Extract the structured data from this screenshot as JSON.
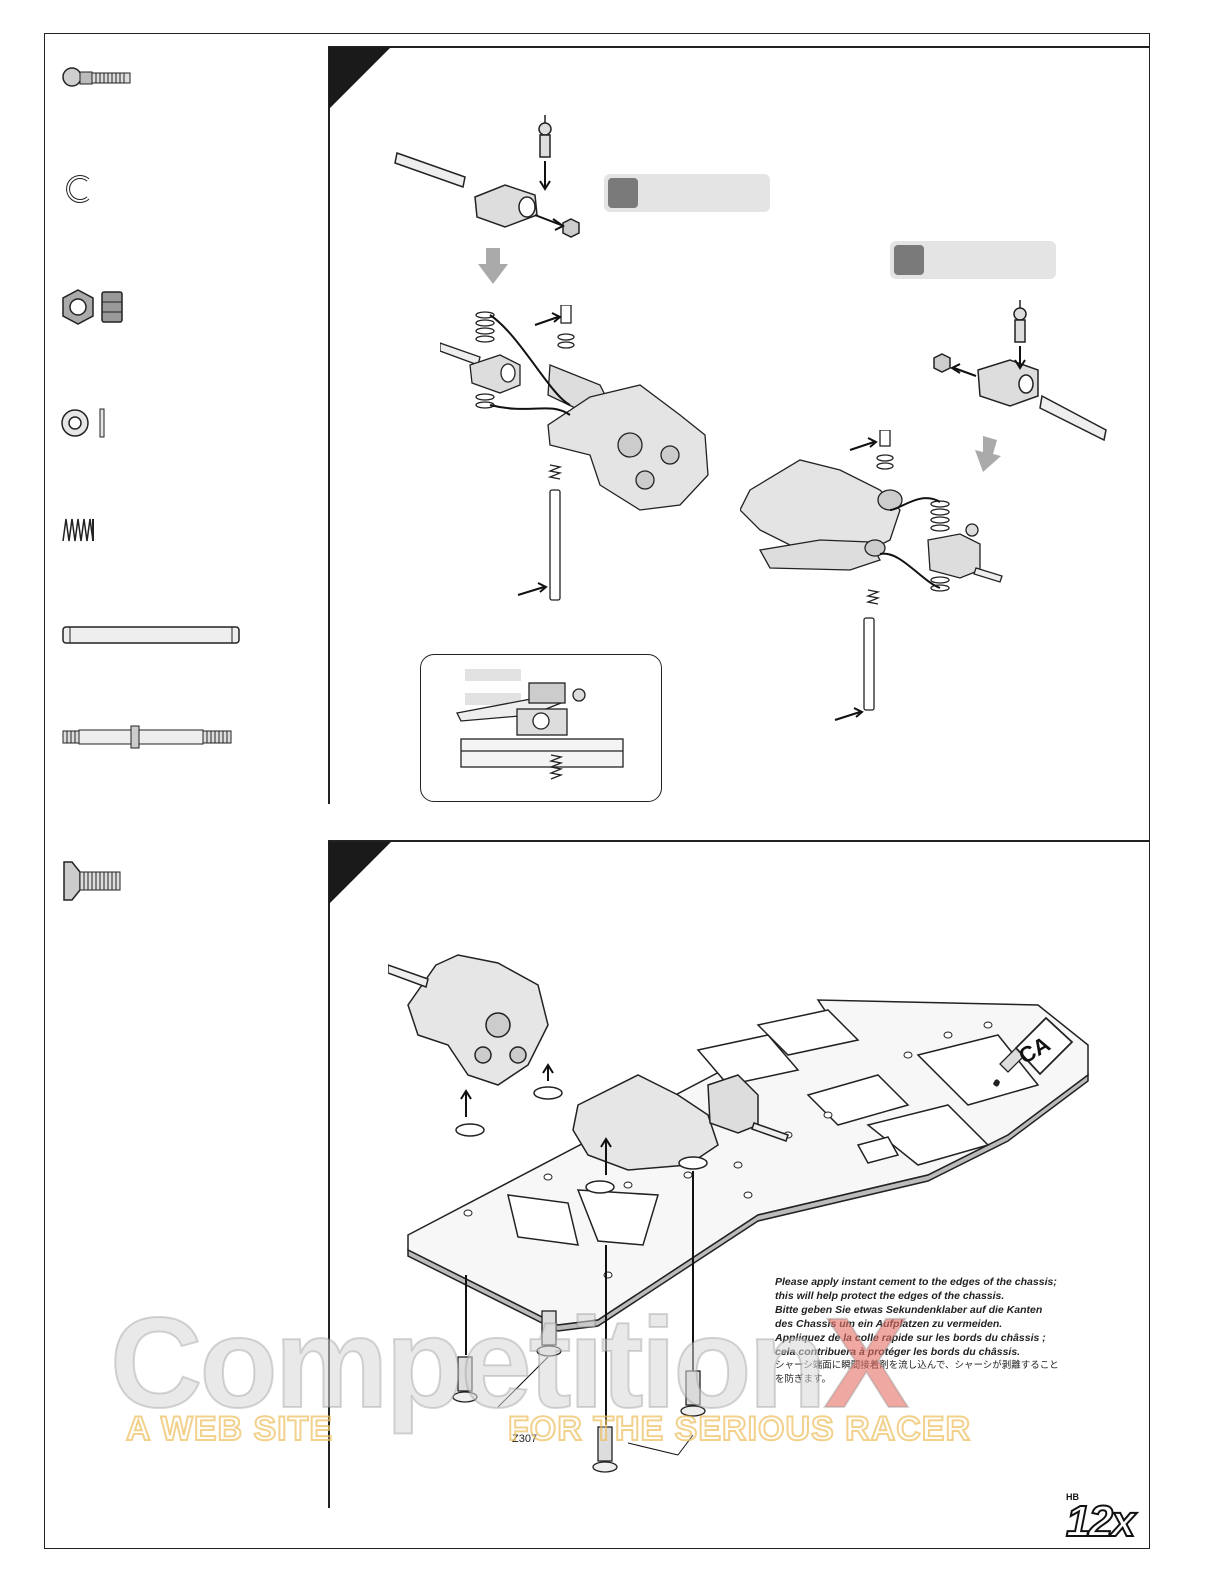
{
  "note": {
    "en_1": "Please apply instant cement to the edges of the chassis;",
    "en_2": "this will help protect the edges of the chassis.",
    "de_1": "Bitte geben Sie etwas Sekundenklaber auf die Kanten",
    "de_2": "des Chassis um ein Aufplatzen zu vermeiden.",
    "fr_1": "Appliquez de la colle rapide sur les bords du châssis ;",
    "fr_2": "cela contribuera à protéger les bords du châssis.",
    "jp_1": "シャーシ端面に瞬間接着剤を流し込んで、シャーシが剥離すること",
    "jp_2": "を防ぎます。"
  },
  "ca_bottle_label": "CA",
  "part_code": "Z307",
  "watermark": {
    "word_main": "Competition",
    "word_accent": "X",
    "tagline_left": "A WEB SITE",
    "tagline_right": "FOR THE SERIOUS RACER"
  },
  "brand": {
    "logo_text": "12x",
    "logo_small": "HB"
  },
  "parts_sidebar": [
    "ball-stud",
    "e-clip",
    "nylock-nut",
    "washer",
    "spring",
    "hinge-pin",
    "axle-shaft",
    "flat-head-screw"
  ]
}
